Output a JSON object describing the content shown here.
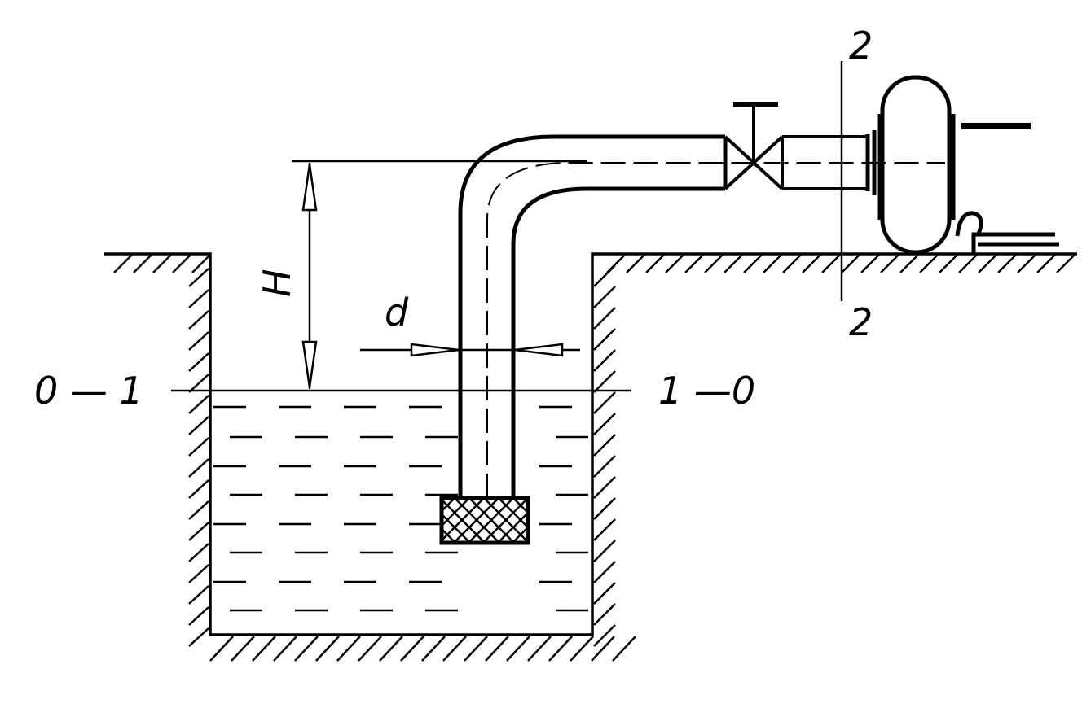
{
  "labels": {
    "height": "H",
    "diameter": "d",
    "section_left": "0 — 1",
    "section_right": "1 —0",
    "section2_top": "2",
    "section2_bottom": "2"
  },
  "colors": {
    "ink": "#000000",
    "background": "#ffffff"
  }
}
